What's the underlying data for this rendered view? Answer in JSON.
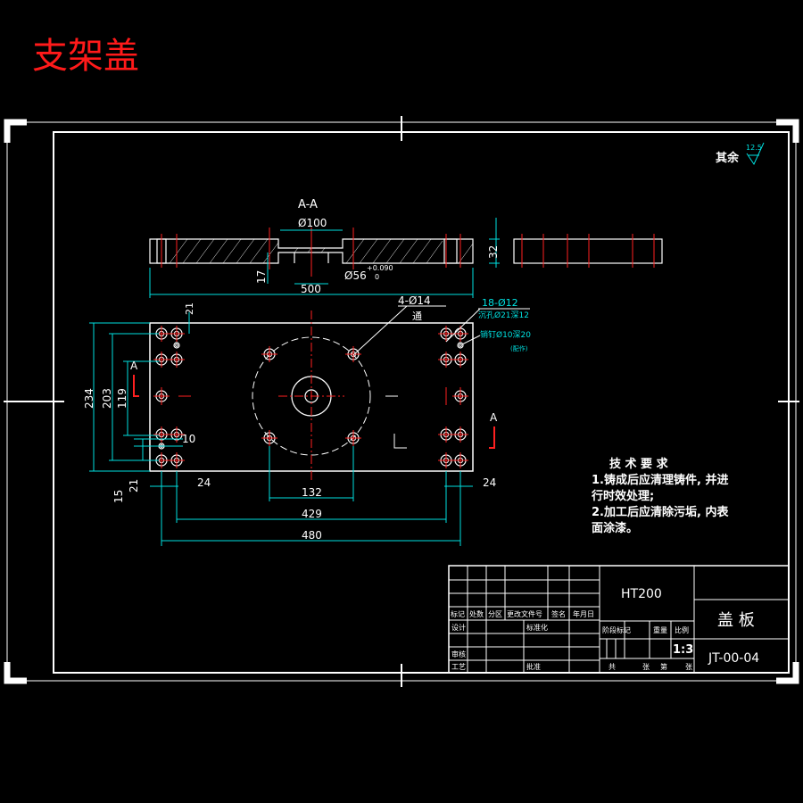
{
  "header_title": "支架盖",
  "roughness": {
    "label": "其余",
    "value": "12.5"
  },
  "section": {
    "label": "A-A",
    "dia_top": "Ø100",
    "dia_bore": "Ø56",
    "tol_upper": "+0.090",
    "tol_lower": "0",
    "thickness": "32",
    "step": "17",
    "length": "500"
  },
  "plan": {
    "note_4holes": "4-Ø14",
    "note_4holes_sub": "通",
    "note_18holes": "18-Ø12",
    "note_18holes_sub": "沉孔Ø21深12",
    "note_dowel": "销钉Ø10深20",
    "note_dowel_sub": "(配作)",
    "section_mark": "A",
    "dim_21_top": "21",
    "dim_234": "234",
    "dim_203": "203",
    "dim_119": "119",
    "dim_10": "10",
    "dim_15": "15",
    "dim_21_bottom": "21",
    "dim_24_left": "24",
    "dim_24_right": "24",
    "dim_132": "132",
    "dim_429": "429",
    "dim_480": "480"
  },
  "tech_req": {
    "title": "技 术 要 求",
    "lines": [
      "1.铸成后应清理铸件, 并进",
      "行时效处理;",
      "2.加工后应清除污垢, 内表",
      "面涂漆。"
    ]
  },
  "title_block": {
    "material": "HT200",
    "part_name": "盖 板",
    "drawing_no": "JT-00-04",
    "scale": "1:3",
    "headers": [
      "标记",
      "处数",
      "分区",
      "更改文件号",
      "签名",
      "年月日"
    ],
    "row_design": "设计",
    "row_standard": "标准化",
    "row_review": "审核",
    "row_process": "工艺",
    "row_approve": "批准",
    "stage_label": "阶段标记",
    "weight_label": "重量",
    "scale_label": "比例",
    "sheets_total": "共",
    "sheets_unit": "张",
    "sheet_no": "第",
    "sheet_unit2": "张"
  },
  "colors": {
    "background": "#000000",
    "line": "#ffffff",
    "dimension": "#00e0e0",
    "center": "#ff2020",
    "title": "#ff1a1a"
  }
}
